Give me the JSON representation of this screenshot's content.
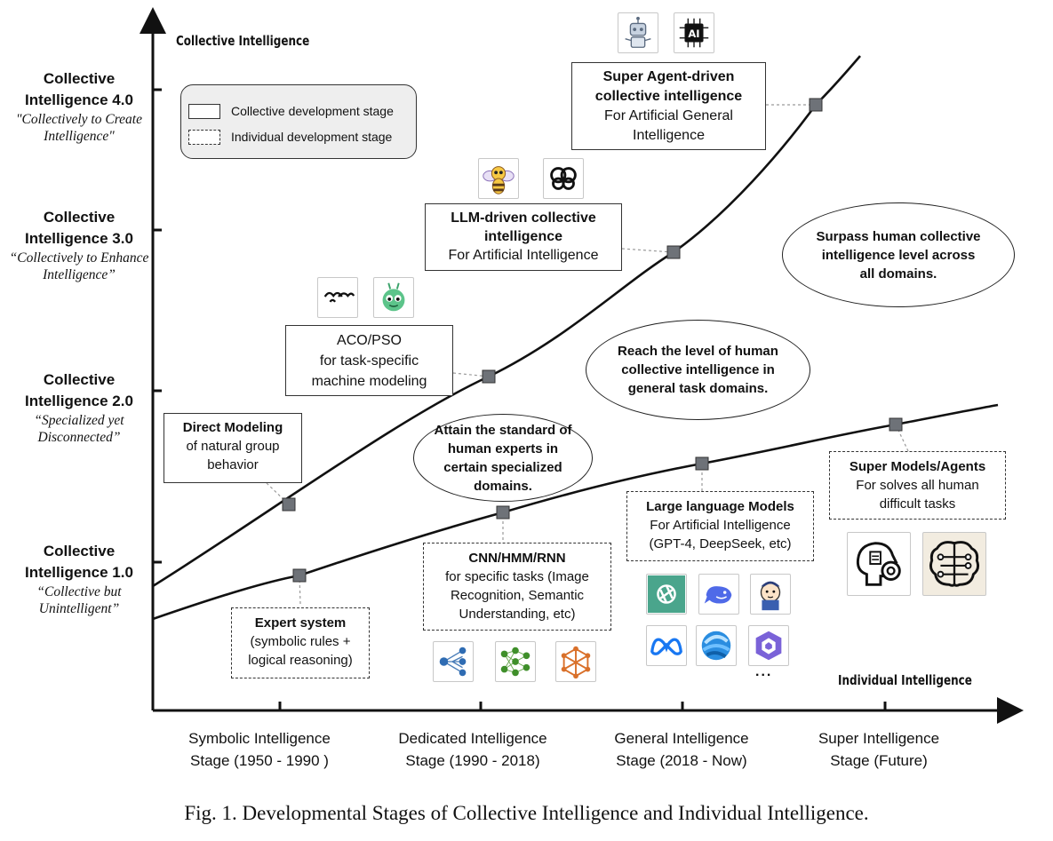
{
  "axes": {
    "y_title": "Collective Intelligence",
    "x_title": "Individual Intelligence"
  },
  "y_levels": [
    {
      "title": "Collective Intelligence 4.0",
      "quote": "\"Collectively to Create Intelligence\""
    },
    {
      "title": "Collective Intelligence 3.0",
      "quote": "“Collectively to Enhance Intelligence”"
    },
    {
      "title": "Collective Intelligence 2.0",
      "quote": "“Specialized yet Disconnected”"
    },
    {
      "title": "Collective Intelligence 1.0",
      "quote": "“Collective but Unintelligent”"
    }
  ],
  "x_stages": [
    {
      "line1": "Symbolic Intelligence",
      "line2": "Stage  (1950 - 1990 )"
    },
    {
      "line1": "Dedicated Intelligence",
      "line2": "Stage  (1990 - 2018)"
    },
    {
      "line1": "General Intelligence",
      "line2": "Stage (2018 - Now)"
    },
    {
      "line1": "Super Intelligence",
      "line2": "Stage (Future)"
    }
  ],
  "legend": {
    "collective": "Collective development stage",
    "individual": "Individual development stage"
  },
  "collective_boxes": {
    "direct": {
      "title": "Direct Modeling",
      "body": "of natural group behavior"
    },
    "aco": {
      "title": "ACO/PSO",
      "body": "for task-specific machine modeling"
    },
    "llm": {
      "title": "LLM-driven collective intelligence",
      "body": "For Artificial Intelligence"
    },
    "super": {
      "title": "Super Agent-driven collective intelligence",
      "body": "For Artificial General Intelligence"
    }
  },
  "individual_boxes": {
    "expert": {
      "title": "Expert system",
      "body": "(symbolic rules + logical reasoning)"
    },
    "cnn": {
      "title": "CNN/HMM/RNN",
      "body": "for specific tasks (Image Recognition, Semantic Understanding, etc)"
    },
    "llm": {
      "title": "Large language Models",
      "body": "For Artificial Intelligence (GPT-4, DeepSeek, etc)"
    },
    "super": {
      "title": "Super Models/Agents",
      "body": "For solves all human difficult tasks"
    }
  },
  "ellipses": {
    "experts": "Attain the standard of human experts in certain specialized domains.",
    "human_level": "Reach the level of human collective intelligence in general task domains.",
    "surpass": "Surpass human collective intelligence level across all domains."
  },
  "icons": [
    "robot-icon",
    "ai-chip-icon",
    "bee-icon",
    "openai-knot-icon",
    "birds-icon",
    "ant-icon",
    "decision-tree-icon",
    "neural-network-icon",
    "molecule-network-icon",
    "openai-logo-icon",
    "deepseek-whale-icon",
    "sage-icon",
    "meta-logo-icon",
    "sphere-logo-icon",
    "qwen-logo-icon",
    "head-gear-icon",
    "brain-circuit-icon"
  ],
  "more_marker": "...",
  "caption": "Fig. 1.  Developmental Stages of Collective Intelligence and Individual Intelligence.",
  "colors": {
    "marker": "#6e7278",
    "axis": "#111111",
    "legend_bg": "#eeeeee",
    "leader": "#9a9a9a"
  }
}
